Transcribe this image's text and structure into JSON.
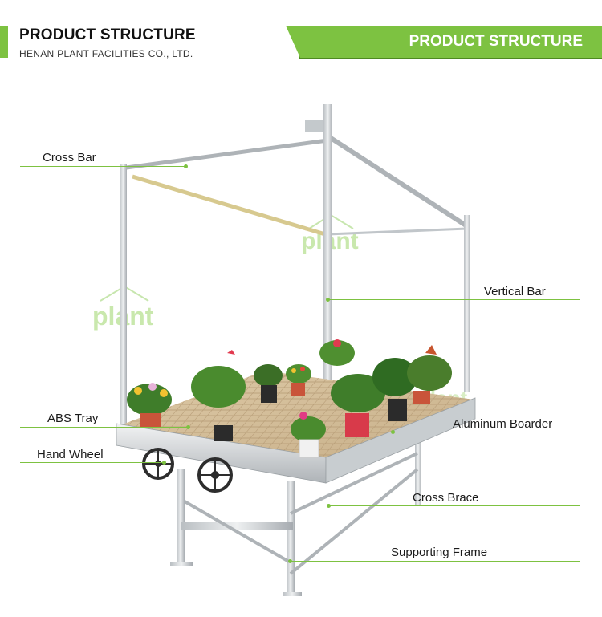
{
  "header": {
    "title": "PRODUCT STRUCTURE",
    "company": "HENAN PLANT FACILITIES CO., LTD.",
    "banner": "PRODUCT STRUCTURE"
  },
  "watermark": "plant",
  "labels": {
    "cross_bar": "Cross Bar",
    "vertical_bar": "Vertical Bar",
    "abs_tray": "ABS Tray",
    "aluminum_boarder": "Aluminum Boarder",
    "hand_wheel": "Hand Wheel",
    "cross_brace": "Cross Brace",
    "supporting_frame": "Supporting Frame"
  },
  "colors": {
    "accent": "#7dc241",
    "accent_dark": "#4e8a22"
  }
}
